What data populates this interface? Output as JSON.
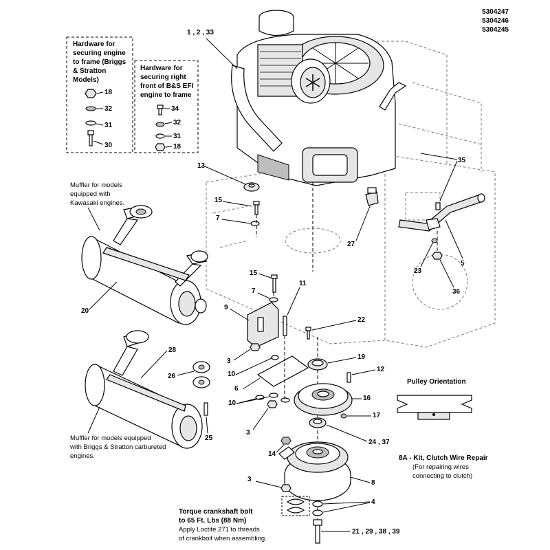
{
  "model_numbers": [
    "5304247",
    "5304246",
    "5304245"
  ],
  "hardware_box_briggs": {
    "title_lines": [
      "Hardware for",
      "securing engine",
      "to frame (Briggs",
      "& Stratton",
      "Models)"
    ],
    "items": [
      "18",
      "32",
      "31",
      "30"
    ]
  },
  "hardware_box_efi": {
    "title_lines": [
      "Hardware for",
      "securing right",
      "front of B&S EFI",
      "engine to frame"
    ],
    "items": [
      "34",
      "32",
      "31",
      "18"
    ]
  },
  "notes": {
    "kawasaki_muffler": [
      "Muffler for models",
      "equipped with",
      "Kawasaki engines."
    ],
    "briggs_muffler": [
      "Muffler for models equipped",
      "with Briggs & Stratton carbureted",
      "engines."
    ],
    "pulley_orientation": "Pulley Orientation",
    "clutch_kit_title": "8A - Kit, Clutch Wire Repair",
    "clutch_kit_desc": [
      "(For repairing wires",
      "connecting to clutch)"
    ],
    "torque_title": [
      "Torque crankshaft bolt",
      "to 65 Ft. Lbs (88 Nm)"
    ],
    "torque_desc": [
      "Apply Loctite 271 to threads",
      "of crankbolt when assembling."
    ]
  },
  "callouts": {
    "c_1_2_33": "1 , 2 , 33",
    "c_35": "35",
    "c_13": "13",
    "c_15a": "15",
    "c_7a": "7",
    "c_27": "27",
    "c_23": "23",
    "c_5": "5",
    "c_36": "36",
    "c_20": "20",
    "c_15b": "15",
    "c_7b": "7",
    "c_11": "11",
    "c_9": "9",
    "c_22": "22",
    "c_3a": "3",
    "c_10a": "10",
    "c_19": "19",
    "c_12": "12",
    "c_6": "6",
    "c_10b": "10",
    "c_16": "16",
    "c_17": "17",
    "c_3b": "3",
    "c_28": "28",
    "c_26": "26",
    "c_25": "25",
    "c_24_37": "24 , 37",
    "c_14": "14",
    "c_8": "8",
    "c_3c": "3",
    "c_4": "4",
    "c_21_29_38_39": "21 , 29 , 38 , 39"
  }
}
